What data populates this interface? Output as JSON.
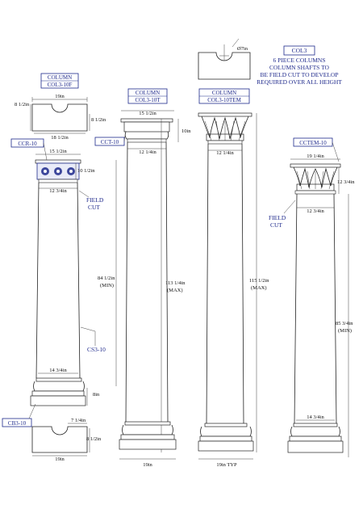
{
  "tags": {
    "col3_10f": [
      "COLUMN",
      "COL3-10F"
    ],
    "col3_10t": [
      "COLUMN",
      "COL3-10T"
    ],
    "col3_10tem": [
      "COLUMN",
      "COL3-10TEM"
    ],
    "col3": "COL3",
    "ccr": "CCR-10",
    "cct": "CCT-10",
    "cctem": "CCTEM-10",
    "cs3": "CS3-10",
    "cb3": "CB3-10",
    "field_cut_1": [
      "FIELD",
      "CUT"
    ],
    "field_cut_2": [
      "FIELD",
      "CUT"
    ]
  },
  "note": [
    "6 PIECE COLUMNS",
    "COLUMN SHAFTS TO",
    "BE FIELD CUT TO DEVELOP",
    "REQUIRED OVER ALL HEIGHT"
  ],
  "dims": {
    "top_19in": "19in",
    "top_8half": "8 1/2in",
    "top_8half_r": "8 1/2in",
    "top_18half": "18 1/2in",
    "c1_15half": "15 1/2in",
    "c1_10half": "10 1/2in",
    "c1_12_3q": "12 3/4in",
    "c1_84half": "84 1/2in",
    "c1_min": "(MIN)",
    "c1_14_3q": "14 3/4in",
    "c1_8in": "8in",
    "bot_7q": "7 1/4in",
    "bot_8half": "8 1/2in",
    "bot_19in": "19in",
    "c2_15half": "15 1/2in",
    "c2_10in": "10in",
    "c2_12q": "12 1/4in",
    "c2_113q": "113 1/4in",
    "c2_max": "(MAX)",
    "c2_19in": "19in",
    "c3_phi7": "Ø7in",
    "c3_12q": "12 1/4in",
    "c3_115half": "115 1/2in",
    "c3_max": "(MAX)",
    "c3_19typ": "19in TYP",
    "c4_19q": "19 1/4in",
    "c4_12_3q": "12 3/4in",
    "c4_12_3q_b": "12 3/4in",
    "c4_85_3q": "85 3/4in",
    "c4_min": "(MIN)",
    "c4_14_3q": "14 3/4in"
  }
}
